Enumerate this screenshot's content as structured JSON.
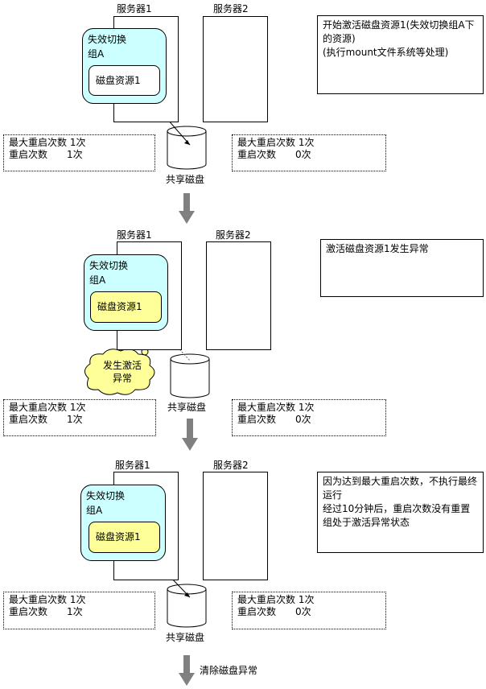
{
  "server1": "服务器1",
  "server2": "服务器2",
  "group": {
    "line1": "失效切换",
    "line2": "组A"
  },
  "resource": "磁盘资源1",
  "disk": "共享磁盘",
  "max_restart_label": "最大重启次数",
  "restart_label": "重启次数",
  "panels": [
    {
      "note": "开始激活磁盘资源1(失效切换组A下的资源)\n(执行mount文件系统等处理)",
      "left_max": "1次",
      "left_count": "1次",
      "right_max": "1次",
      "right_count": "0次",
      "resource_state": "normal"
    },
    {
      "note": "激活磁盘资源1发生异常",
      "left_max": "1次",
      "left_count": "1次",
      "right_max": "1次",
      "right_count": "0次",
      "resource_state": "error",
      "cloud": "发生激活异常"
    },
    {
      "note": "因为达到最大重启次数，不执行最终运行\n经过10分钟后，重启次数没有重置\n组处于激活异常状态",
      "left_max": "1次",
      "left_count": "1次",
      "right_max": "1次",
      "right_count": "0次",
      "resource_state": "error"
    }
  ],
  "final_arrow_label": "清除磁盘异常",
  "colors": {
    "group": "#ccffff",
    "resource_error": "#ffff99",
    "arrow": "#808080"
  }
}
